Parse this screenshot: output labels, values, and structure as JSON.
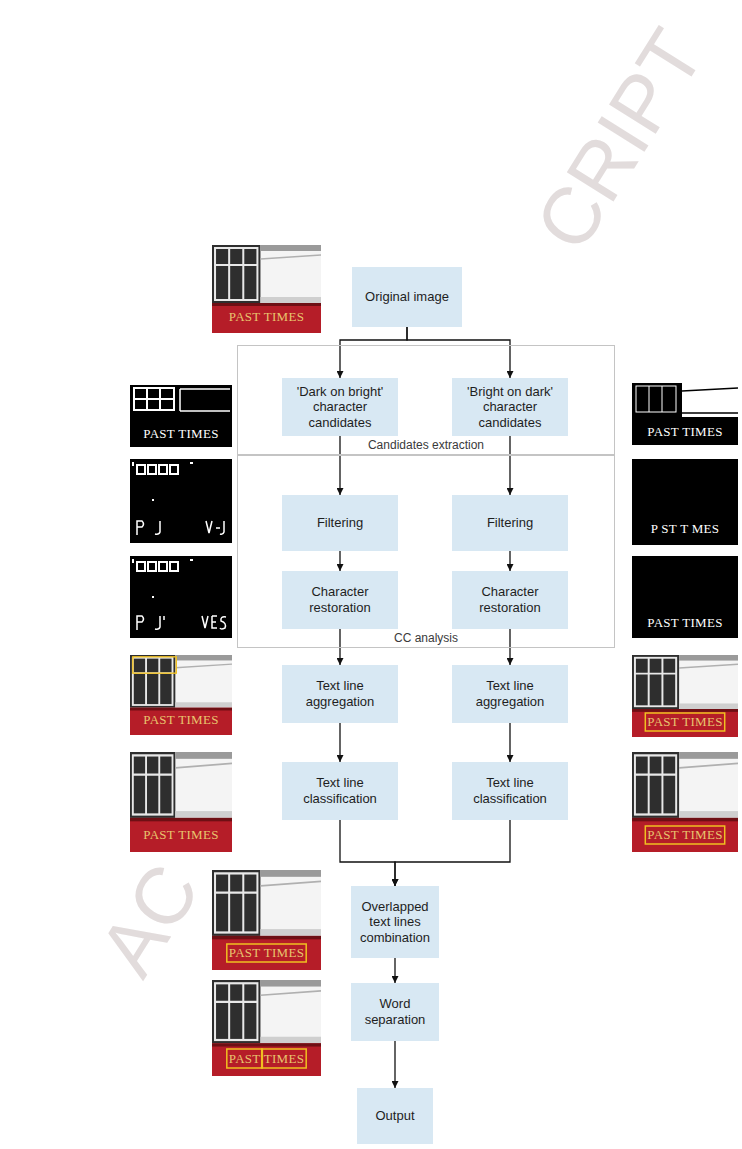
{
  "diagram": {
    "nodes": [
      {
        "text": [
          "Original image"
        ]
      },
      {
        "text": [
          "Candidates extraction"
        ]
      },
      {
        "text": [
          "'Dark on bright' character candidates"
        ],
        "in": 1
      },
      {
        "text": [
          "'Bright on dark' character candidates"
        ],
        "in": 1
      },
      {
        "text": [
          "CC analysis"
        ]
      },
      {
        "text": [
          "Filtering"
        ],
        "in": 4
      },
      {
        "text": [
          "Filtering"
        ],
        "in": 4
      },
      {
        "text": [
          "Character restoration"
        ],
        "in": 4
      },
      {
        "text": [
          "Character restoration"
        ],
        "in": 4
      },
      {
        "text": [
          "Text line aggregation"
        ]
      },
      {
        "text": [
          "Text line aggregation"
        ]
      },
      {
        "text": [
          "Text line classification"
        ]
      },
      {
        "text": [
          "Text line classification"
        ]
      },
      {
        "text": [
          "Overlapped text lines combination"
        ]
      },
      {
        "text": [
          "Word separation"
        ]
      },
      {
        "text": [
          "Output"
        ]
      }
    ],
    "edges": [
      {
        "from": 0,
        "to": 2,
        "arrow": "to"
      },
      {
        "from": 0,
        "to": 3,
        "arrow": "to"
      },
      {
        "from": 2,
        "to": 5,
        "arrow": "to"
      },
      {
        "from": 3,
        "to": 6,
        "arrow": "to"
      },
      {
        "from": 5,
        "to": 7,
        "arrow": "to"
      },
      {
        "from": 6,
        "to": 8,
        "arrow": "to"
      },
      {
        "from": 7,
        "to": 9,
        "arrow": "to"
      },
      {
        "from": 8,
        "to": 10,
        "arrow": "to"
      },
      {
        "from": 9,
        "to": 11,
        "arrow": "to"
      },
      {
        "from": 10,
        "to": 12,
        "arrow": "to"
      },
      {
        "from": 11,
        "to": 13,
        "arrow": "to"
      },
      {
        "from": 12,
        "to": 13,
        "arrow": "to"
      },
      {
        "from": 13,
        "to": 14,
        "arrow": "to"
      },
      {
        "from": 14,
        "to": 15,
        "arrow": "to"
      }
    ],
    "labels": [
      "PAST TIMES",
      "PAST TIMES",
      "PAST TIMES",
      "P ST T MES",
      "PAST TIMES",
      "PAST TIMES",
      "PAST TIMES",
      "PAST TIMES",
      "PAST TIMES",
      "PAST TIMES",
      "PAST TIMES",
      "CRIPT",
      "AC"
    ]
  }
}
